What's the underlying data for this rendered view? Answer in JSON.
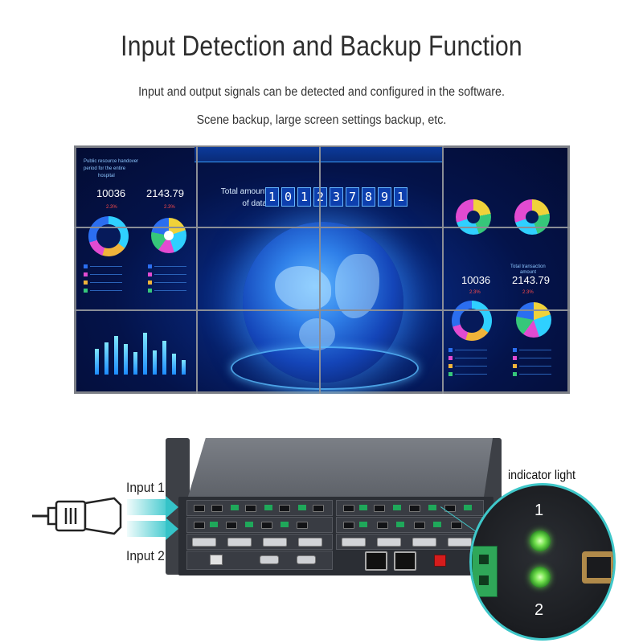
{
  "header": {
    "title": "Input Detection and Backup Function",
    "line1": "Input and output signals can be detected and configured in the software.",
    "line2": "Scene backup, large screen settings backup, etc."
  },
  "wall": {
    "total_label_line1": "Total amount",
    "total_label_line2": "of data",
    "counter_digits": [
      "1",
      "0",
      "1",
      "2",
      "3",
      "7",
      "8",
      "9",
      "1"
    ],
    "left_panel_caption_1": "Public resource handover",
    "left_panel_caption_2": "period for the entire",
    "left_panel_caption_3": "hospital",
    "left_value_1": "10036",
    "left_value_2": "2143.79",
    "left_pct_1": "2.3%",
    "left_pct_2": "2.3%",
    "right_label_total": "Total transaction",
    "right_label_total_2": "amount",
    "right_value_1": "10036",
    "right_value_2": "2143.79",
    "right_pct_1": "2.3%",
    "right_pct_2": "2.3%",
    "colors": {
      "accent": "#1d8cff",
      "bezel": "#7d8087"
    }
  },
  "device": {
    "input1_label": "Input 1",
    "input2_label": "Input 2",
    "indicator_label": "indicator light",
    "led1_label": "1",
    "led2_label": "2",
    "colors": {
      "highlight": "#3fc7c9",
      "led": "#71e04c",
      "terminal": "#2fa758"
    }
  }
}
